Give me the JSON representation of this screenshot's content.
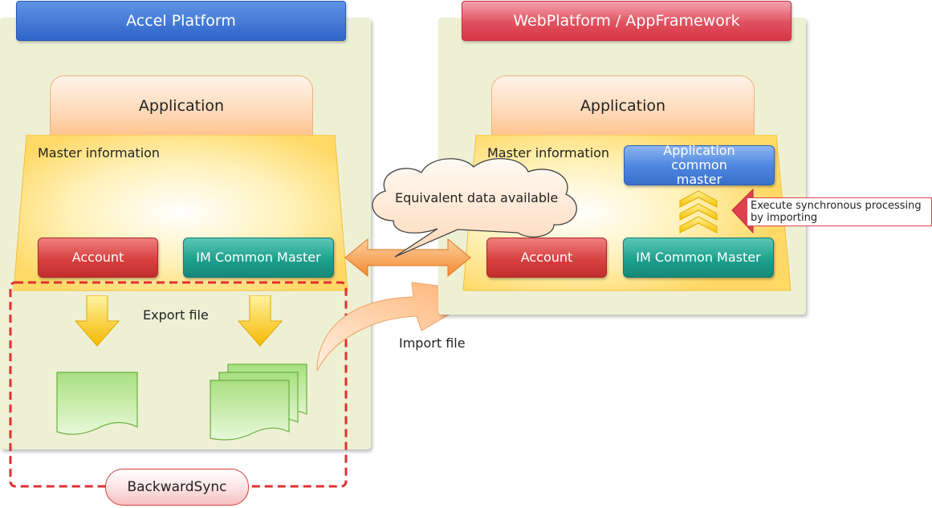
{
  "left_panel": {
    "title": "Accel Platform",
    "application": "Application",
    "master_information": "Master information",
    "account": "Account",
    "im_common_master": "IM Common Master",
    "export_file": "Export file"
  },
  "right_panel": {
    "title": "WebPlatform / AppFramework",
    "application": "Application",
    "master_information": "Master information",
    "application_common_master": "Application common master",
    "account": "Account",
    "im_common_master": "IM Common Master"
  },
  "cloud_text": "Equivalent data available",
  "import_file": "Import file",
  "sync_callout": "Execute synchronous processing by importing",
  "backward_sync": "BackwardSync",
  "colors": {
    "panel_bg": "#eef0d4",
    "header_blue": "#3a6fd0",
    "header_red": "#e0505e",
    "account_red": "#d84040",
    "common_master_teal": "#1fa08e",
    "arrow_orange": "#f08a30",
    "arrow_yellow": "#f5c518",
    "file_green": "#7cc850",
    "dashed_red": "#e03030"
  }
}
